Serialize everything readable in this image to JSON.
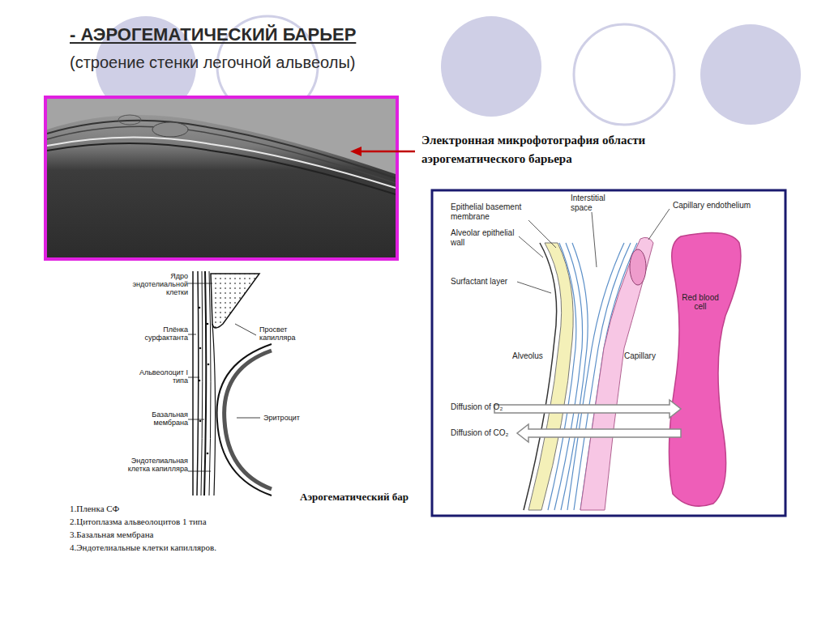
{
  "diagram": {
    "title": "- АЭРОГЕМАТИЧЕСКИЙ БАРЬЕР",
    "labels": [
      "(строение стенки легочной альвеолы)",
      "Электронная микрофотография области аэрогематического барьера",
      "Ядро эндотелиальной клетки",
      "Плёнка сурфактанта",
      "Альвеолоцит I типа",
      "Базальная мембрана",
      "Эндотелиальная клетка капилляра",
      "Просвет капилляра",
      "Эритроцит",
      "Аэрогематический бар",
      "1.Пленка СФ",
      "2.Цитоплазма альвеолоцитов 1 типа",
      "3.Базальная мембрана",
      "4.Эндотелиальные клетки капилляров.",
      "Epithelial basement membrane",
      "Interstitial space",
      "Capillary endothelium",
      "Alveolar epithelial wall",
      "Surfactant layer",
      "Alveolus",
      "Capillary",
      "Red blood cell",
      "Diffusion of O₂",
      "Diffusion of CO₂"
    ]
  }
}
